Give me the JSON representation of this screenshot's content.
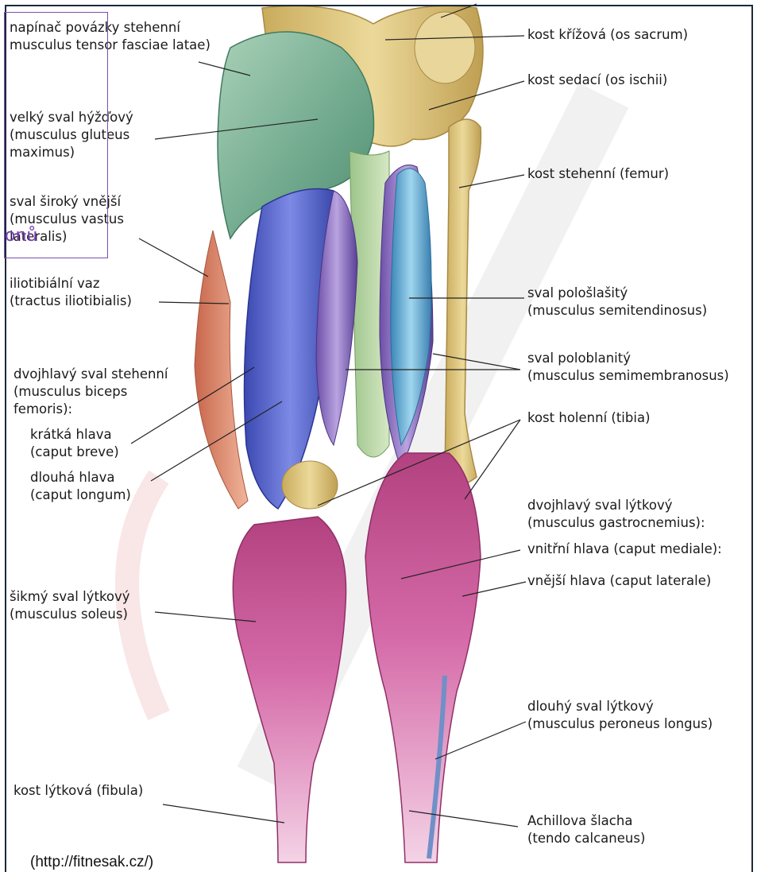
{
  "labels_left": {
    "tensor": [
      "napínač povázky stehenní",
      "musculus tensor fasciae latae)"
    ],
    "gluteus": [
      "velký sval hýžďový",
      "(musculus gluteus",
      "maximus)"
    ],
    "vastus": [
      "sval široký vnější",
      "(musculus vastus",
      "lateralis)"
    ],
    "tract": [
      "iliotibiální vaz",
      "(tractus iliotibialis)"
    ],
    "biceps": [
      "dvojhlavý sval stehenní",
      "(musculus biceps",
      "femoris):"
    ],
    "short_head": [
      "krátká hlava",
      "(caput breve)"
    ],
    "long_head": [
      "dlouhá hlava",
      "(caput longum)"
    ],
    "soleus": [
      "šikmý sval lýtkový",
      "(musculus soleus)"
    ],
    "fibula": [
      "kost lýtková (fibula)"
    ]
  },
  "labels_right": {
    "sacrum": [
      "kost křížová (os sacrum)"
    ],
    "ischii": [
      "kost sedací (os ischii)"
    ],
    "femur": [
      "kost stehenní (femur)"
    ],
    "semitendinosus": [
      "sval pološlašitý",
      "(musculus semitendinosus)"
    ],
    "semimembranosus": [
      "sval poloblanitý",
      "(musculus semimembranosus)"
    ],
    "tibia": [
      "kost holenní (tibia)"
    ],
    "gastro": [
      "dvojhlavý sval lýtkový",
      "(musculus gastrocnemius):"
    ],
    "medial": [
      "vnitřní hlava (caput mediale):"
    ],
    "lateral": [
      "vnější hlava (caput laterale)"
    ],
    "peroneus": [
      "dlouhý sval lýtkový",
      "(musculus peroneus longus)"
    ],
    "achilles": [
      "Achillova šlacha",
      "(tendo calcaneus)"
    ]
  },
  "overlay_text": "onů",
  "credit": "(http://fitnesak.cz/)",
  "colors": {
    "bone": "#d9c27a",
    "gluteus": "#7fb59a",
    "biceps": "#4a5fc8",
    "semitendinosus": "#5fb3d6",
    "calf": "#c8559b",
    "iliotibial": "#d9826a",
    "frame": "#1a2a3a",
    "overlay": "#7a4fb0"
  }
}
